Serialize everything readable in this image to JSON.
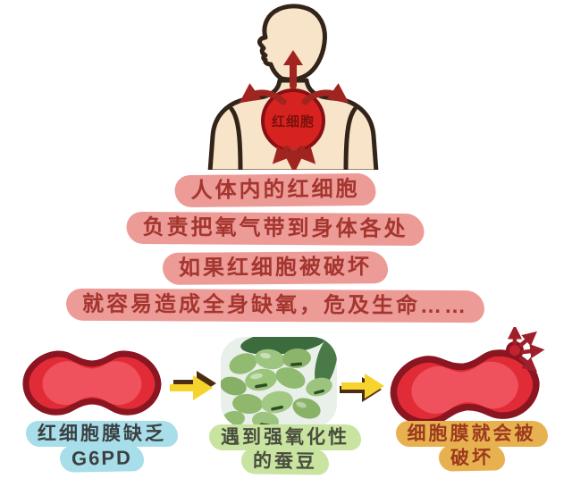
{
  "body_figure": {
    "cell_label": "红细胞"
  },
  "caption_lines": [
    "人体内的红细胞",
    "负责把氧气带到身体各处",
    "如果红细胞被破坏",
    "就容易造成全身缺氧，危及生命……"
  ],
  "flow": {
    "cell": {
      "line1": "红细胞膜缺乏",
      "line2": "G6PD"
    },
    "beans": {
      "line1": "遇到强氧化性",
      "line2": "的蚕豆"
    },
    "broken": {
      "line1": "细胞膜就会被",
      "line2": "破坏"
    }
  },
  "colors": {
    "pink_band": "#EC9B97",
    "caption_text": "#A4352F",
    "blue_band": "#A8DEE9",
    "blue_text": "#3C4042",
    "green_band": "#C8E4A0",
    "green_text": "#4A4D3E",
    "orange_band": "#E8B14F",
    "orange_text": "#9C3A1F",
    "cell_red": "#E12C38",
    "cell_dark_red": "#8B1520",
    "skin": "#F8E5C9",
    "outline_brown": "#33241A",
    "arrow_red": "#A0241F",
    "arrow_yellow": "#F6D32D"
  }
}
